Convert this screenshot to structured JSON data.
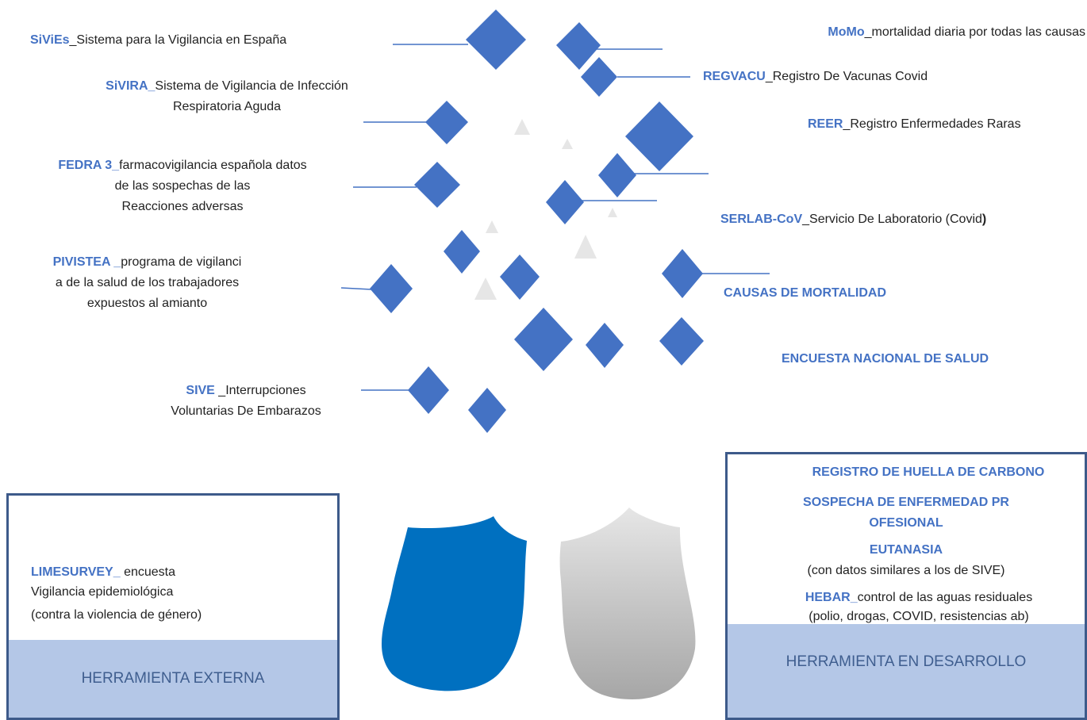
{
  "left_labels": [
    {
      "code": "SiViEs",
      "sep": "_",
      "text": "Sistema para la Vigilancia en España"
    },
    {
      "code": "SiVIRA_",
      "sep": "",
      "text": "Sistema de Vigilancia de Infección",
      "text2": "Respiratoria Aguda"
    },
    {
      "code": "FEDRA 3_",
      "sep": "",
      "text": "farmacovigilancia española datos",
      "text2": "de las sospechas de las",
      "text3": "Reacciones adversas"
    },
    {
      "code": "PIVISTEA _",
      "sep": "",
      "text": "programa de vigilanci",
      "text2": "a de la salud de los trabajadores",
      "text3": "expuestos al amianto"
    },
    {
      "code": "SIVE ",
      "sep": "_",
      "text": "Interrupciones",
      "text2": "Voluntarias De Embarazos"
    }
  ],
  "right_labels": [
    {
      "code": "MoMo",
      "sep": "_",
      "text": "mortalidad diaria por todas las causas"
    },
    {
      "code": "REGVACU",
      "sep": "_",
      "text": "Registro De Vacunas Covid"
    },
    {
      "code": "REER",
      "sep": "_",
      "text": "Registro  Enfermedades Raras"
    },
    {
      "code": "SERLAB-CoV",
      "sep": "_",
      "text": "Servicio De Laboratorio (Covid",
      "text_end": ")"
    },
    {
      "code": "CAUSAS DE MORTALIDAD",
      "sep": "",
      "text": ""
    },
    {
      "code": "ENCUESTA  NACIONAL DE SALUD",
      "sep": "",
      "text": ""
    }
  ],
  "left_box": {
    "code": "LIMESURVEY_",
    "text": " encuesta",
    "line2": "Vigilancia epidemiológica",
    "line3": "(contra la violencia de género)",
    "footer": "HERRAMIENTA EXTERNA"
  },
  "right_box": {
    "line1": "REGISTRO  DE HUELLA DE CARBONO",
    "line2": "SOSPECHA DE ENFERMEDAD  PR",
    "line3": "OFESIONAL",
    "line4": "EUTANASIA",
    "line5": "(con datos similares a los de SIVE)",
    "line6_code": "HEBAR_",
    "line6_text": "control  de las aguas residuales",
    "line7": "(polio, drogas, COVID, resistencias ab)",
    "footer": "HERRAMIENTA EN DESARROLLO"
  },
  "colors": {
    "accent": "#4472c4",
    "diamond": "#4472c4",
    "box_border": "#3d5a8a",
    "footer_bg": "#b4c7e7",
    "shield_blue": "#0070c0",
    "shield_gray": "#bfbfbf"
  }
}
